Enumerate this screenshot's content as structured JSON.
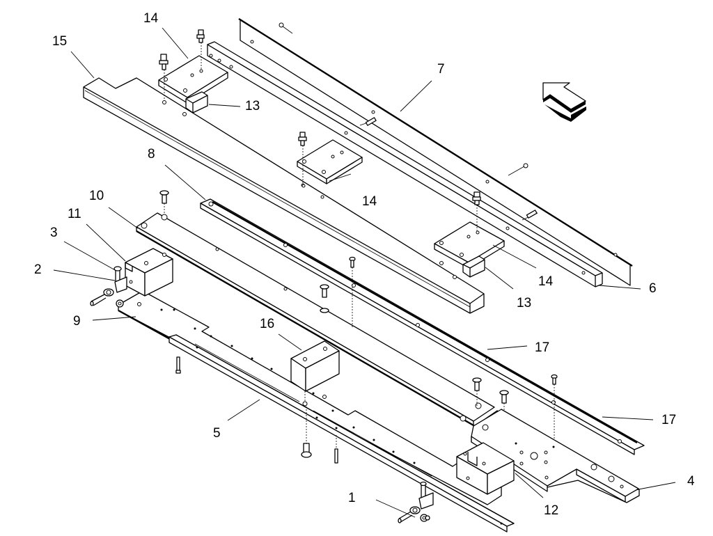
{
  "diagram": {
    "type": "exploded-parts-view",
    "direction_arrow": "arrow-up-left-icon",
    "callouts": [
      {
        "id": "c1",
        "label": "1"
      },
      {
        "id": "c2",
        "label": "2"
      },
      {
        "id": "c3",
        "label": "3"
      },
      {
        "id": "c4",
        "label": "4"
      },
      {
        "id": "c5",
        "label": "5"
      },
      {
        "id": "c6",
        "label": "6"
      },
      {
        "id": "c7",
        "label": "7"
      },
      {
        "id": "c8",
        "label": "8"
      },
      {
        "id": "c9",
        "label": "9"
      },
      {
        "id": "c10",
        "label": "10"
      },
      {
        "id": "c11",
        "label": "11"
      },
      {
        "id": "c12",
        "label": "12"
      },
      {
        "id": "c13a",
        "label": "13"
      },
      {
        "id": "c13b",
        "label": "13"
      },
      {
        "id": "c14a",
        "label": "14"
      },
      {
        "id": "c14b",
        "label": "14"
      },
      {
        "id": "c14c",
        "label": "14"
      },
      {
        "id": "c15",
        "label": "15"
      },
      {
        "id": "c16",
        "label": "16"
      },
      {
        "id": "c17a",
        "label": "17"
      },
      {
        "id": "c17b",
        "label": "17"
      }
    ]
  },
  "colors": {
    "line": "#000000",
    "background": "#ffffff"
  }
}
